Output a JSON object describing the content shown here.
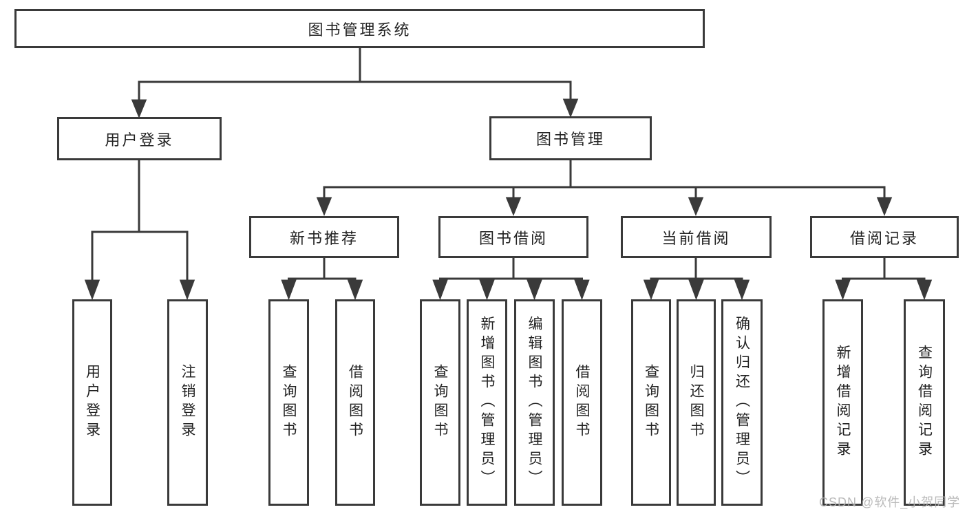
{
  "tree": {
    "label": "图书管理系统",
    "children": [
      {
        "label": "用户登录",
        "children": [
          {
            "label": "用户登录"
          },
          {
            "label": "注销登录"
          }
        ]
      },
      {
        "label": "图书管理",
        "children": [
          {
            "label": "新书推荐",
            "children": [
              {
                "label": "查询图书"
              },
              {
                "label": "借阅图书"
              }
            ]
          },
          {
            "label": "图书借阅",
            "children": [
              {
                "label": "查询图书"
              },
              {
                "label": "新增图书（管理员）"
              },
              {
                "label": "编辑图书（管理员）"
              },
              {
                "label": "借阅图书"
              }
            ]
          },
          {
            "label": "当前借阅",
            "children": [
              {
                "label": "查询图书"
              },
              {
                "label": "归还图书"
              },
              {
                "label": "确认归还（管理员）"
              }
            ]
          },
          {
            "label": "借阅记录",
            "children": [
              {
                "label": "新增借阅记录"
              },
              {
                "label": "查询借阅记录"
              }
            ]
          }
        ]
      }
    ]
  },
  "watermark": {
    "text": "CSDN @软件_小贺同学"
  },
  "colors": {
    "line": "#3a3a3a",
    "text": "#222222",
    "watermark": "#b3b3b3",
    "background": "#ffffff"
  }
}
